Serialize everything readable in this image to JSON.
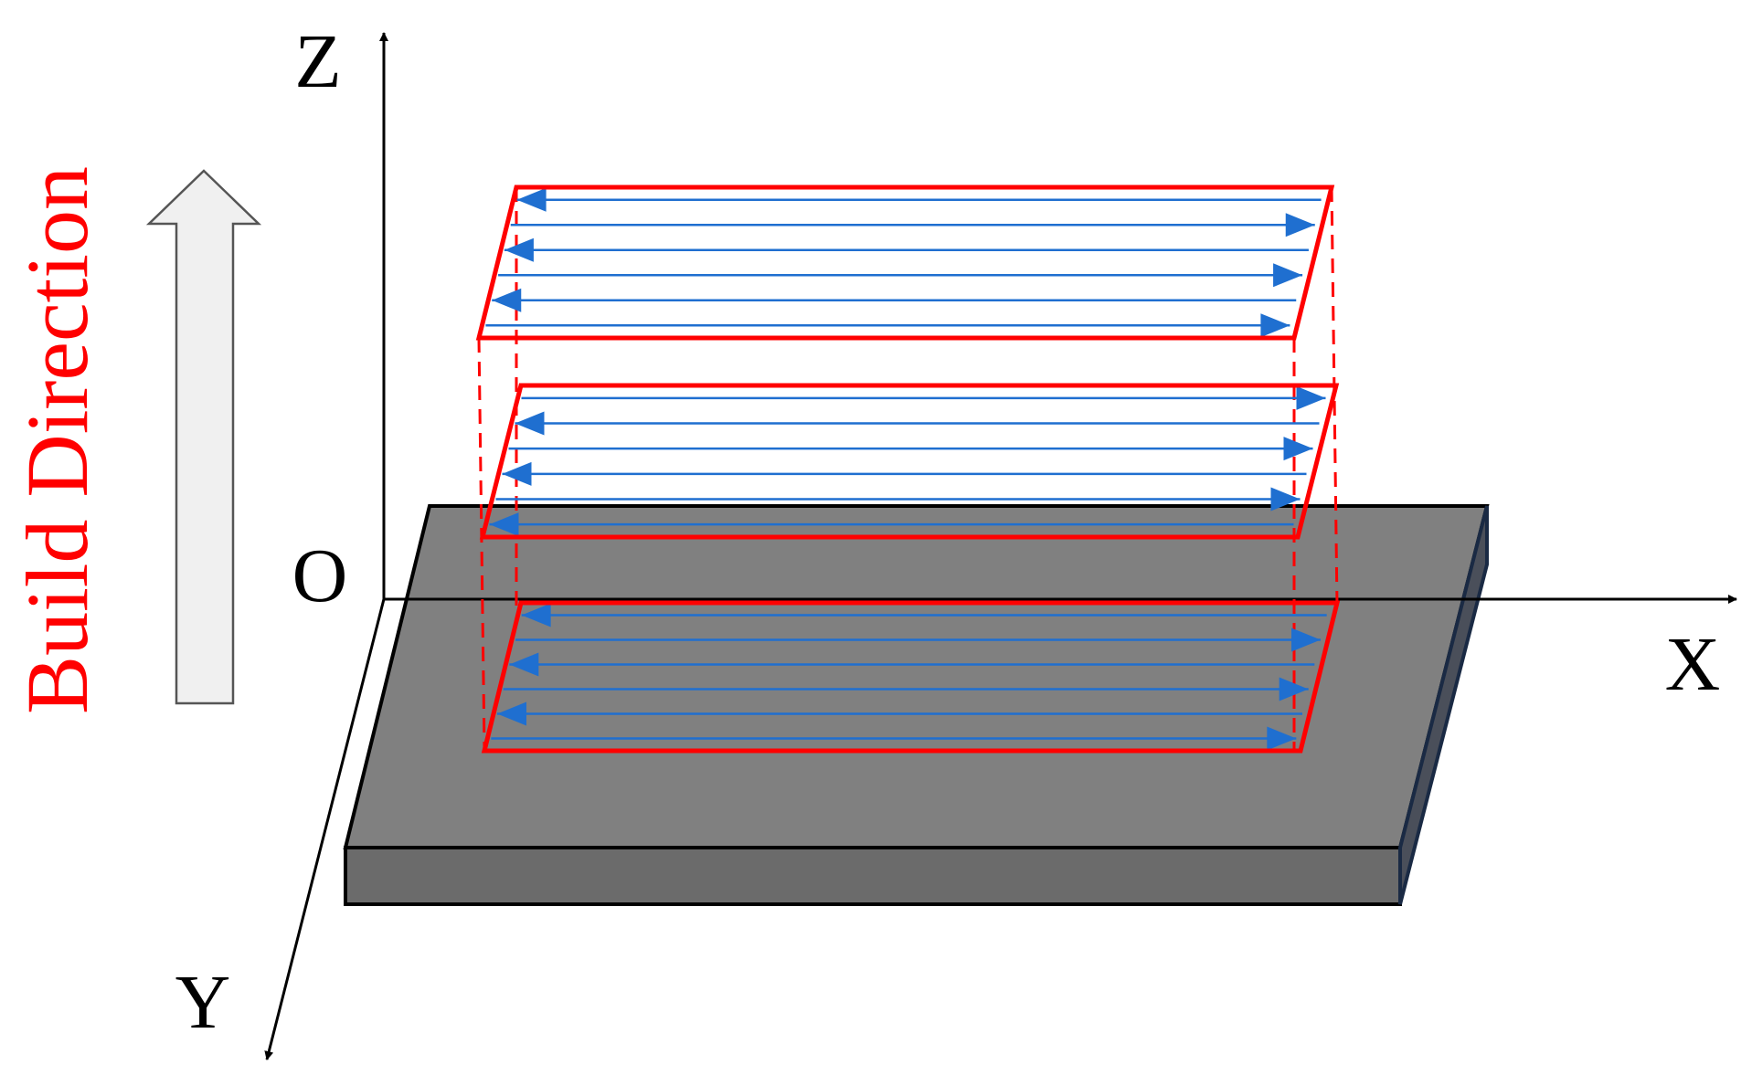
{
  "axes": {
    "x_label": "X",
    "y_label": "Y",
    "z_label": "Z",
    "origin_label": "O"
  },
  "build_direction": {
    "label": "Build Direction"
  },
  "colors": {
    "layer_outline": "#ff0000",
    "scan_vector": "#1f6fd0",
    "build_label": "#ff0000",
    "substrate_top": "#808080",
    "substrate_side": "#6b6b6b",
    "substrate_edge": "#1a2a44",
    "arrow_fill": "#f0f0f0",
    "axis": "#000000"
  },
  "layers": [
    {
      "name": "top-layer",
      "scan_directions": [
        "left",
        "right",
        "left",
        "right",
        "left",
        "right"
      ]
    },
    {
      "name": "middle-layer",
      "scan_directions": [
        "right",
        "left",
        "right",
        "left",
        "right",
        "left"
      ]
    },
    {
      "name": "bottom-layer",
      "scan_directions": [
        "left",
        "right",
        "left",
        "right",
        "left",
        "right"
      ]
    }
  ]
}
